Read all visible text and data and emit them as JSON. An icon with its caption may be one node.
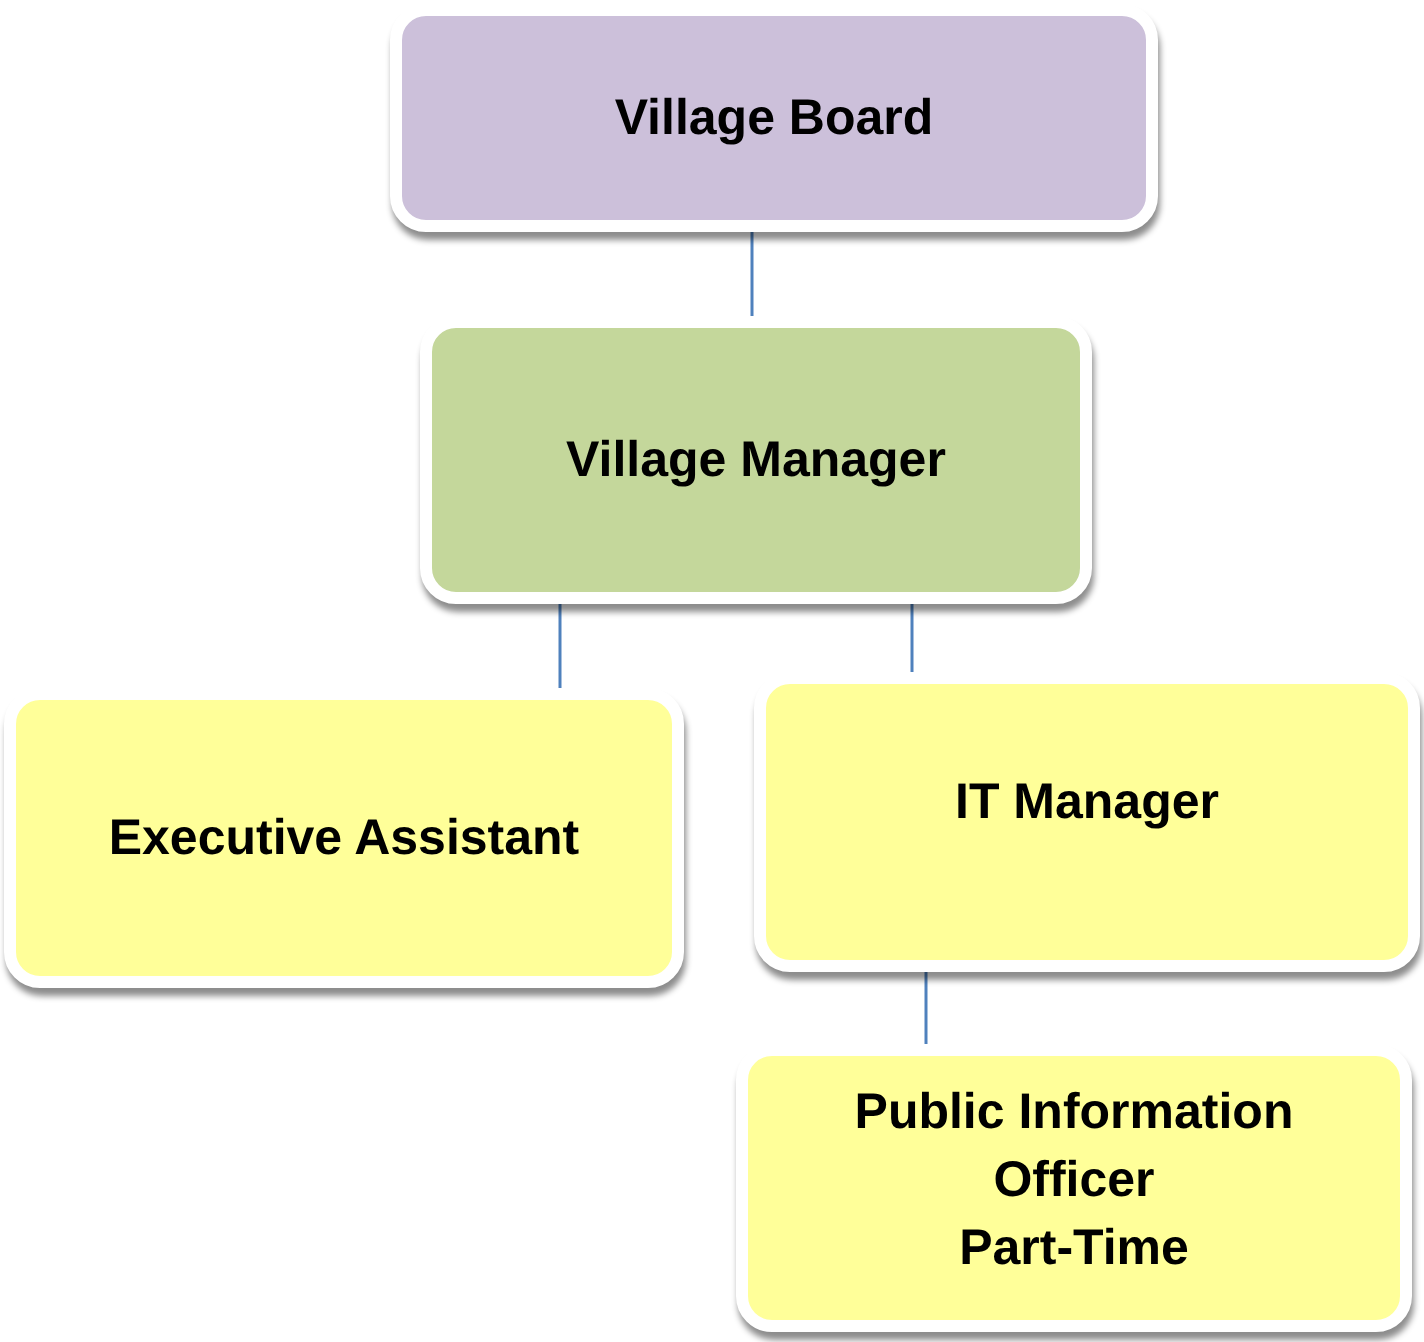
{
  "diagram": {
    "nodes": [
      {
        "text": [
          "Village Board"
        ]
      },
      {
        "text": [
          "Village Manager"
        ]
      },
      {
        "text": [
          "Executive Assistant"
        ]
      },
      {
        "text": [
          "IT Manager"
        ]
      },
      {
        "text": [
          "Public Information Officer",
          "Part-Time"
        ]
      }
    ],
    "edges": [
      {
        "from": 0,
        "to": 1,
        "arrow": "none"
      },
      {
        "from": 1,
        "to": 2,
        "arrow": "none"
      },
      {
        "from": 1,
        "to": 3,
        "arrow": "none"
      },
      {
        "from": 3,
        "to": 4,
        "arrow": "none"
      }
    ]
  }
}
